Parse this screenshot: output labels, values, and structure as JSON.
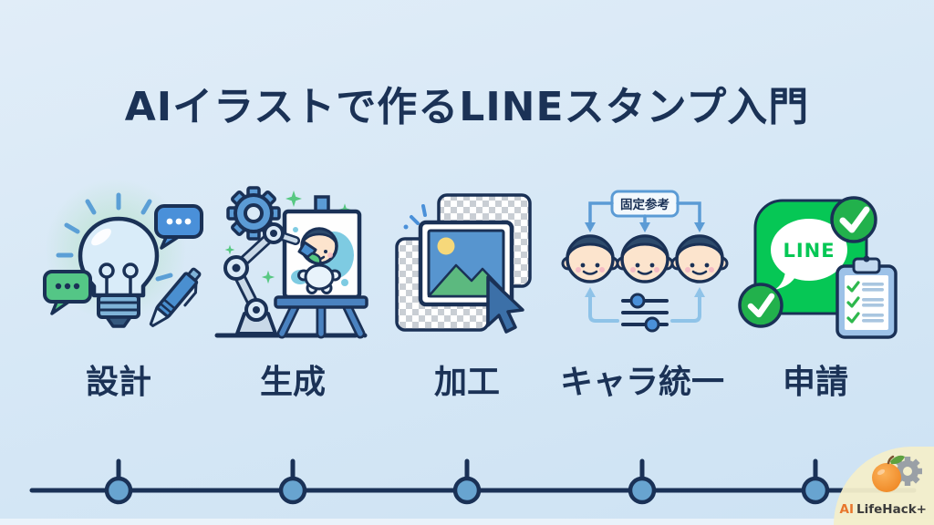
{
  "title": "AIイラストで作るLINEスタンプ入門",
  "steps": [
    {
      "label": "設計",
      "icon": "lightbulb-idea-icon"
    },
    {
      "label": "生成",
      "icon": "robot-arm-painting-icon"
    },
    {
      "label": "加工",
      "icon": "image-editing-transparency-icon"
    },
    {
      "label": "キャラ統一",
      "icon": "character-consistency-icon"
    },
    {
      "label": "申請",
      "icon": "line-app-submission-icon"
    }
  ],
  "icons": {
    "reference_label": "固定参考",
    "line_text": "LINE"
  },
  "brand": {
    "prefix": "AI",
    "name": "LifeHack+"
  },
  "timeline": {
    "node_count": 5
  },
  "colors": {
    "background": "#d7e8f6",
    "text_primary": "#1b3256",
    "accent_blue": "#5b9bd5",
    "node_fill": "#68a4d0",
    "line_green": "#06c755",
    "check_green": "#22b14c",
    "bubble_green": "#54c686",
    "brand_orange": "#e8762c",
    "brand_badge_bg": "#f3eeca"
  }
}
